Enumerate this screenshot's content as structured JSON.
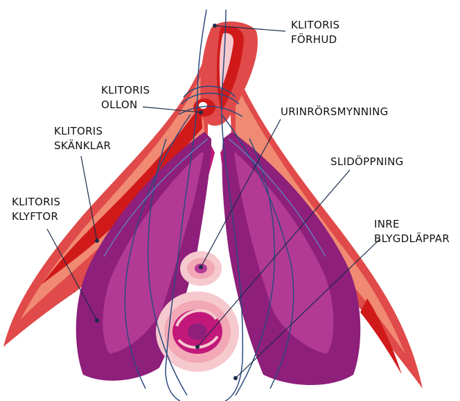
{
  "labels": {
    "clitoris_forhud": [
      "KLITORIS",
      "FÖRHUD"
    ],
    "clitoris_ollon": [
      "KLITORIS",
      "OLLON"
    ],
    "urinrorsmynning": [
      "URINRÖRSMYNNING"
    ],
    "clitoris_skanklar": [
      "KLITORIS",
      "SKÄNKLAR"
    ],
    "slidoppning": [
      "SLIDÖPPNING"
    ],
    "clitoris_klyftor": [
      "KLITORIS",
      "KLYFTOR"
    ],
    "inre_blygdlappar": [
      "INRE",
      "BLYGDLÄPPAR"
    ]
  },
  "colors": {
    "crura_outer": "#e04a4a",
    "crura_mid": "#f08a72",
    "crura_dark": "#d01a1a",
    "bulb": "#c2187a",
    "bulb_light": "#e0007a",
    "labia": "#8e1f7a",
    "labia_mid": "#b23a94",
    "opening": "#f6c9cf",
    "outline": "#5d8fcf",
    "leader": "#1a2b4a"
  }
}
